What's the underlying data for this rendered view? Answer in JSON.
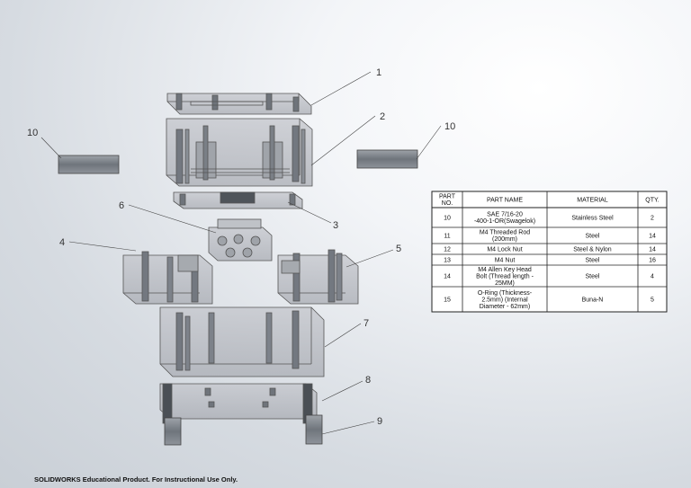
{
  "callouts": [
    {
      "label": "1"
    },
    {
      "label": "2"
    },
    {
      "label": "10"
    },
    {
      "label": "10"
    },
    {
      "label": "6"
    },
    {
      "label": "3"
    },
    {
      "label": "4"
    },
    {
      "label": "5"
    },
    {
      "label": "7"
    },
    {
      "label": "8"
    },
    {
      "label": "9"
    }
  ],
  "bom": {
    "headers": [
      [
        "PART",
        "NO."
      ],
      [
        "PART NAME"
      ],
      [
        "MATERIAL"
      ],
      [
        "QTY."
      ]
    ],
    "rows": [
      {
        "part_no": "10",
        "name": [
          "SAE 7/16-20",
          "-400-1-OR(Swagelok)"
        ],
        "material": "Stainless Steel",
        "qty": "2"
      },
      {
        "part_no": "11",
        "name": [
          "M4 Threaded Rod",
          "(200mm)"
        ],
        "material": "Steel",
        "qty": "14"
      },
      {
        "part_no": "12",
        "name": [
          "M4 Lock Nut"
        ],
        "material": "Steel & Nylon",
        "qty": "14"
      },
      {
        "part_no": "13",
        "name": [
          "M4 Nut"
        ],
        "material": "Steel",
        "qty": "16"
      },
      {
        "part_no": "14",
        "name": [
          "M4 Allen Key Head",
          "Bolt (Thread length -",
          "25MM)"
        ],
        "material": "Steel",
        "qty": "4"
      },
      {
        "part_no": "15",
        "name": [
          "O-Ring (Thickness-",
          "2.5mm) (Internal",
          "Diameter - 62mm)"
        ],
        "material": "Buna-N",
        "qty": "5"
      }
    ]
  },
  "footer": "SOLIDWORKS Educational Product. For Instructional Use Only."
}
